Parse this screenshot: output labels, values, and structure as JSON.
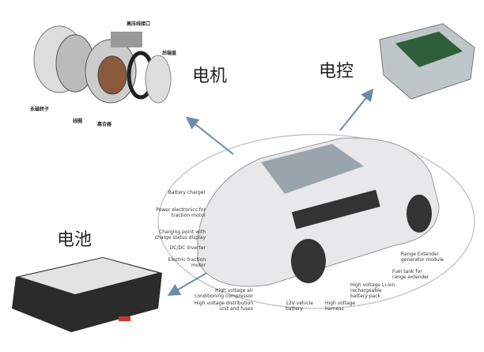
{
  "sections": {
    "motor": "电机",
    "controller": "电控",
    "battery": "电池"
  },
  "motor_labels": [
    "高压线接口",
    "后端盖",
    "永磁转子",
    "线圈",
    "离合器"
  ],
  "car_labels_left": [
    "Battery charger",
    "Power electronics for traction motor",
    "Charging point with charge status display",
    "DC/DC Inverter",
    "Electric traction motor",
    "High voltage air conditioning compressor",
    "High voltage distribution unit and fuses"
  ],
  "car_labels_bottom": [
    "12V vehicle battery",
    "High voltage harness",
    "High voltage Li-ion rechargeable battery pack",
    "Fuel tank for range extender",
    "Range Extender generator module"
  ],
  "colors": {
    "arrow": "#6e8ba6",
    "ellipse": "#c8c8c8"
  }
}
